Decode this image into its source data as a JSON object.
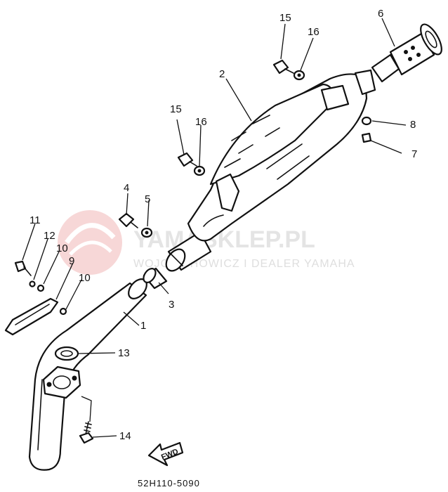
{
  "diagram": {
    "callouts": {
      "c1": "1",
      "c2": "2",
      "c3": "3",
      "c4": "4",
      "c5": "5",
      "c6": "6",
      "c7": "7",
      "c8": "8",
      "c9": "9",
      "c10a": "10",
      "c10b": "10",
      "c11": "11",
      "c12": "12",
      "c13": "13",
      "c14": "14",
      "c15a": "15",
      "c15b": "15",
      "c16a": "16",
      "c16b": "16"
    },
    "part_code": "52H110-5090",
    "direction_label": "FWD"
  },
  "watermark": {
    "brand": "YAMASKLEP.PL",
    "subtitle": "WOJCIECHOWICZ I DEALER YAMAHA",
    "logo_color": "#f2c4c4",
    "text_color": "#e4e4e4"
  }
}
